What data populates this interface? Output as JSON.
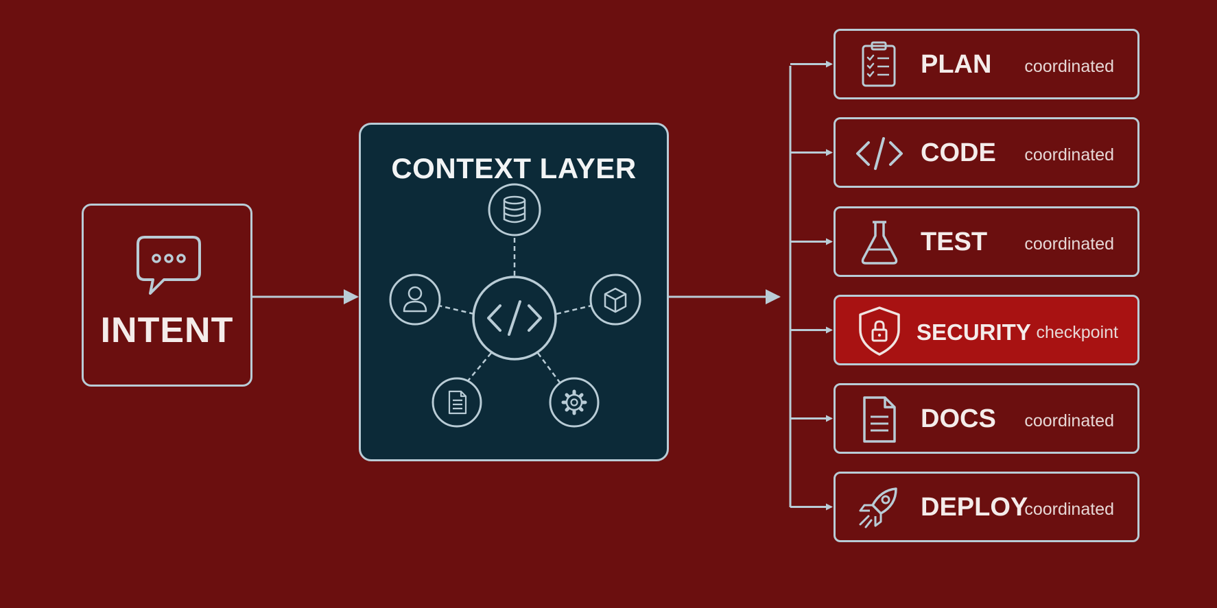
{
  "intent": {
    "title": "INTENT",
    "icon": "chat-bubble-icon"
  },
  "context": {
    "title": "CONTEXT LAYER",
    "hub_icon": "code-icon",
    "satellites": [
      "database-icon",
      "cube-icon",
      "gear-icon",
      "document-icon",
      "user-icon"
    ]
  },
  "stages": [
    {
      "label": "PLAN",
      "status": "coordinated",
      "icon": "clipboard-checklist-icon"
    },
    {
      "label": "CODE",
      "status": "coordinated",
      "icon": "code-icon"
    },
    {
      "label": "TEST",
      "status": "coordinated",
      "icon": "flask-icon"
    },
    {
      "label": "SECURITY",
      "status": "checkpoint",
      "icon": "shield-lock-icon"
    },
    {
      "label": "DOCS",
      "status": "coordinated",
      "icon": "document-icon"
    },
    {
      "label": "DEPLOY",
      "status": "coordinated",
      "icon": "rocket-icon"
    }
  ],
  "colors": {
    "background": "#6b0f0f",
    "context_panel": "#0c2a38",
    "stroke": "#b9ccd6",
    "highlight": "#a81212"
  }
}
